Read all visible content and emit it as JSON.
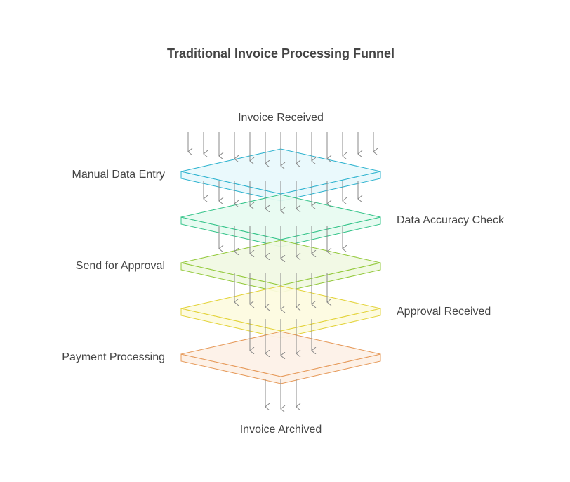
{
  "title": "Traditional Invoice Processing Funnel",
  "input_label": "Invoice Received",
  "output_label": "Invoice Archived",
  "stages": [
    {
      "label": "Manual Data Entry",
      "side": "left",
      "color": "#2eb3cf",
      "fill": "#e8f8fc"
    },
    {
      "label": "Data Accuracy Check",
      "side": "right",
      "color": "#35c48a",
      "fill": "#e7fbf1"
    },
    {
      "label": "Send for Approval",
      "side": "left",
      "color": "#93c93b",
      "fill": "#f1f9e3"
    },
    {
      "label": "Approval Received",
      "side": "right",
      "color": "#e3d33a",
      "fill": "#fdfbe0"
    },
    {
      "label": "Payment Processing",
      "side": "left",
      "color": "#e69a5a",
      "fill": "#fdf1e7"
    }
  ],
  "colors": {
    "arrow": "#888888",
    "text": "#444444"
  }
}
